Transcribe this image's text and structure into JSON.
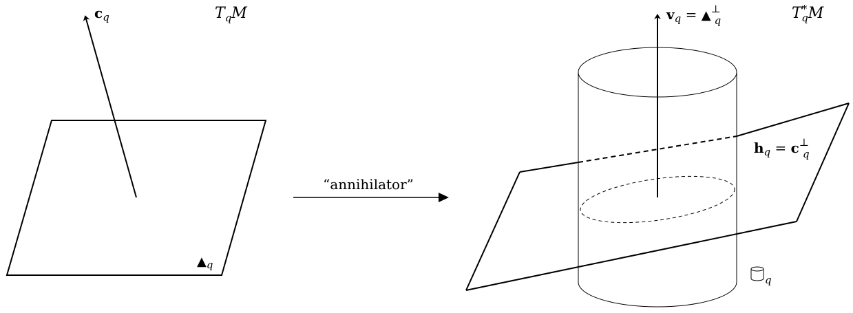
{
  "left_panel": {
    "space_label": "T",
    "space_sub": "q",
    "space_rest": "M",
    "vector_label": "c",
    "vector_sub": "q",
    "plane_label": "▲",
    "plane_sub": "q"
  },
  "arrow": {
    "label": "“annihilator”"
  },
  "right_panel": {
    "space_label": "T",
    "space_sup": "*",
    "space_sub": "q",
    "space_rest": "M",
    "vector_lhs": "v",
    "vector_lhs_sub": "q",
    "vector_eq": " = ",
    "vector_rhs": "▲",
    "vector_rhs_sup": "⊥",
    "vector_rhs_sub": "q",
    "plane_lhs": "h",
    "plane_lhs_sub": "q",
    "plane_eq": " = ",
    "plane_rhs": "c",
    "plane_rhs_sup": "⊥",
    "plane_rhs_sub": "q",
    "cylinder_sub": "q"
  }
}
